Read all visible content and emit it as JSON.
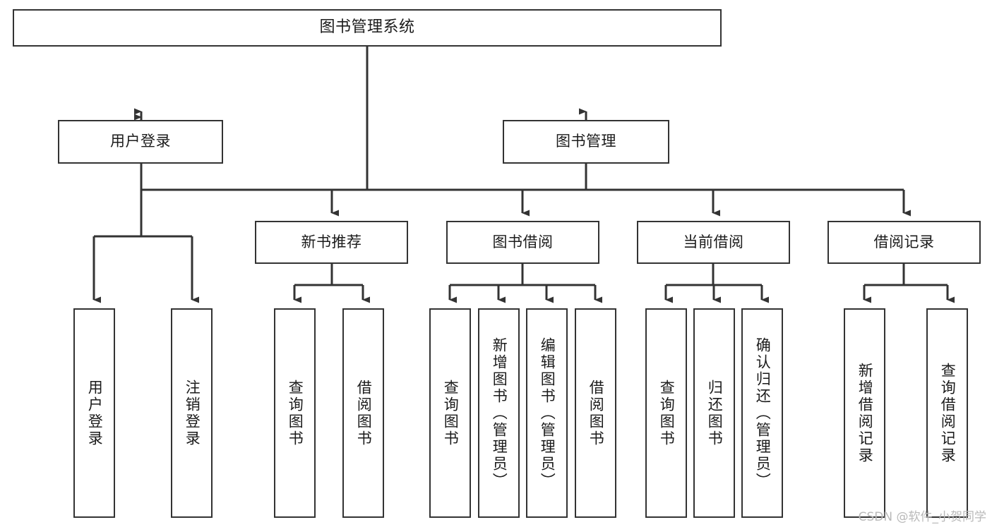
{
  "diagram": {
    "title": "图书管理系统",
    "watermark": "CSDN @软件_小贺同学",
    "line_color": "#333333",
    "box_fill": "#ffffff",
    "text_color": "#1b1b1b",
    "nodes": {
      "root": {
        "label": "图书管理系统"
      },
      "level1": [
        {
          "label": "用户登录"
        },
        {
          "label": "图书管理"
        }
      ],
      "level2": [
        {
          "label": "新书推荐"
        },
        {
          "label": "图书借阅"
        },
        {
          "label": "当前借阅"
        },
        {
          "label": "借阅记录"
        }
      ],
      "leaves_user_login": [
        {
          "label": "用户登录"
        },
        {
          "label": "注销登录"
        }
      ],
      "leaves_new_book": [
        {
          "label": "查询图书"
        },
        {
          "label": "借阅图书"
        }
      ],
      "leaves_book_borrow": [
        {
          "label": "查询图书"
        },
        {
          "label": "新增图书（管理员）"
        },
        {
          "label": "编辑图书（管理员）"
        },
        {
          "label": "借阅图书"
        }
      ],
      "leaves_current_borrow": [
        {
          "label": "查询图书"
        },
        {
          "label": "归还图书"
        },
        {
          "label": "确认归还（管理员）"
        }
      ],
      "leaves_borrow_record": [
        {
          "label": "新增借阅记录"
        },
        {
          "label": "查询借阅记录"
        }
      ]
    }
  }
}
